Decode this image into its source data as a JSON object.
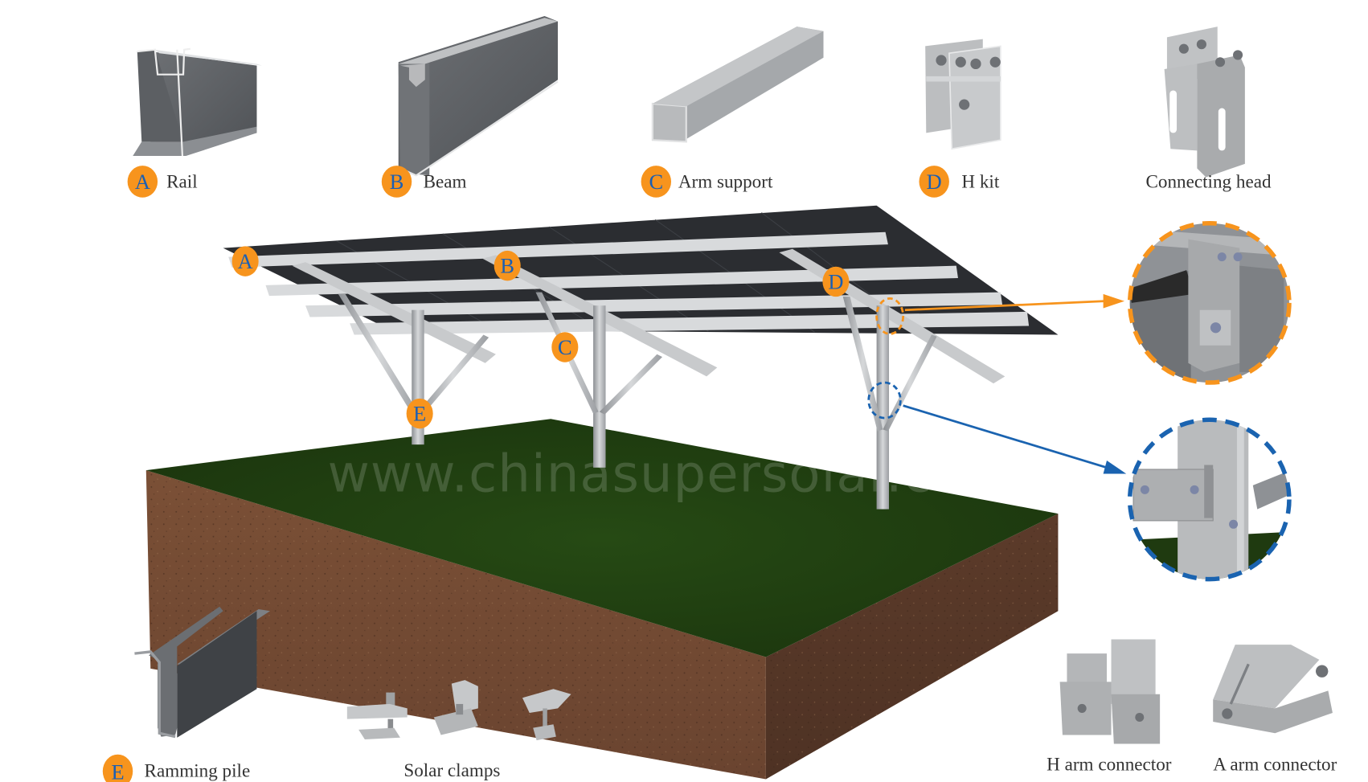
{
  "colors": {
    "badge_fill": "#f7941d",
    "badge_letter": "#1a5fb4",
    "callout_orange": "#f7941d",
    "callout_blue": "#1a63b0",
    "grass": "#1f3a10",
    "soil": "#7a4e34",
    "panel": "#2b2d31",
    "metal": "#c9cbcd"
  },
  "watermark": "www.chinasupersolar.com",
  "components_top": [
    {
      "badge": "A",
      "label": "Rail"
    },
    {
      "badge": "B",
      "label": "Beam"
    },
    {
      "badge": "C",
      "label": "Arm support"
    },
    {
      "badge": "D",
      "label": "H kit"
    },
    {
      "badge": "",
      "label": "Connecting head"
    }
  ],
  "components_bottom": [
    {
      "badge": "E",
      "label": "Ramming pile"
    },
    {
      "badge": "",
      "label": "Solar clamps"
    },
    {
      "badge": "",
      "label": "H arm connector"
    },
    {
      "badge": "",
      "label": "A arm connector"
    }
  ],
  "structure_markers": [
    "A",
    "B",
    "C",
    "D",
    "E"
  ],
  "callouts": [
    {
      "name": "connecting-head-detail",
      "color": "orange"
    },
    {
      "name": "h-arm-connector-detail",
      "color": "blue"
    }
  ]
}
